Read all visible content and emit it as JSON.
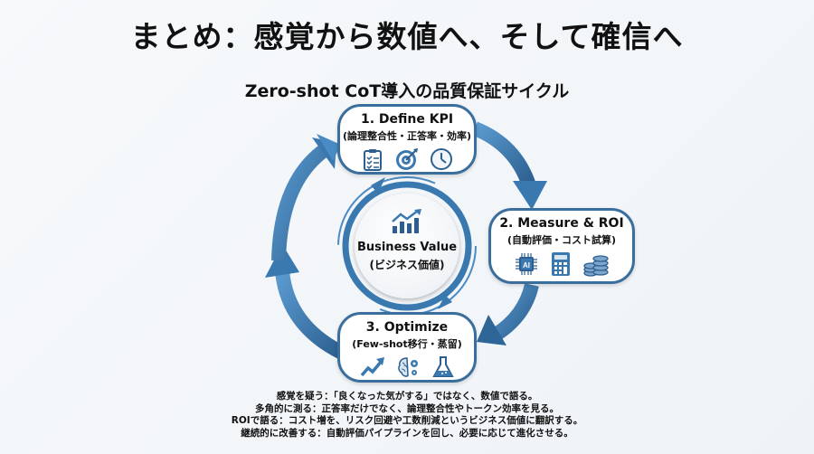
{
  "slide": {
    "title": "まとめ：感覚から数値へ、そして確信へ",
    "subtitle": "Zero-shot CoT導入の品質保証サイクル"
  },
  "cycle": {
    "steps": [
      {
        "heading": "1. Define KPI",
        "sub": "(論理整合性・正答率・効率)",
        "icons": [
          "clipboard-checklist-icon",
          "target-icon",
          "clock-icon"
        ]
      },
      {
        "heading": "2. Measure & ROI",
        "sub": "(自動評価・コスト試算)",
        "icons": [
          "ai-chip-icon",
          "calculator-icon",
          "coin-stack-icon"
        ]
      },
      {
        "heading": "3. Optimize",
        "sub": "(Few-shot移行・蒸留)",
        "icons": [
          "trend-up-arrow-icon",
          "brain-gear-icon",
          "flask-icon"
        ]
      }
    ],
    "center": {
      "icon": "bar-chart-growth-icon",
      "label": "Business Value",
      "sub": "(ビジネス価値)"
    }
  },
  "notes": [
    "感覚を疑う：「良くなった気がする」ではなく、数値で語る。",
    "多角的に測る：正答率だけでなく、論理整合性やトークン効率を見る。",
    "ROIで語る：コスト増を、リスク回避や工数削減というビジネス価値に翻訳する。",
    "継続的に改善する：自動評価パイプラインを回し、必要に応じて進化させる。"
  ],
  "colors": {
    "accent": "#3a6e9c",
    "arrow_light": "#4a8bc4",
    "arrow_dark": "#2c5f8f",
    "background": "#f4f7fa",
    "text": "#111111"
  }
}
